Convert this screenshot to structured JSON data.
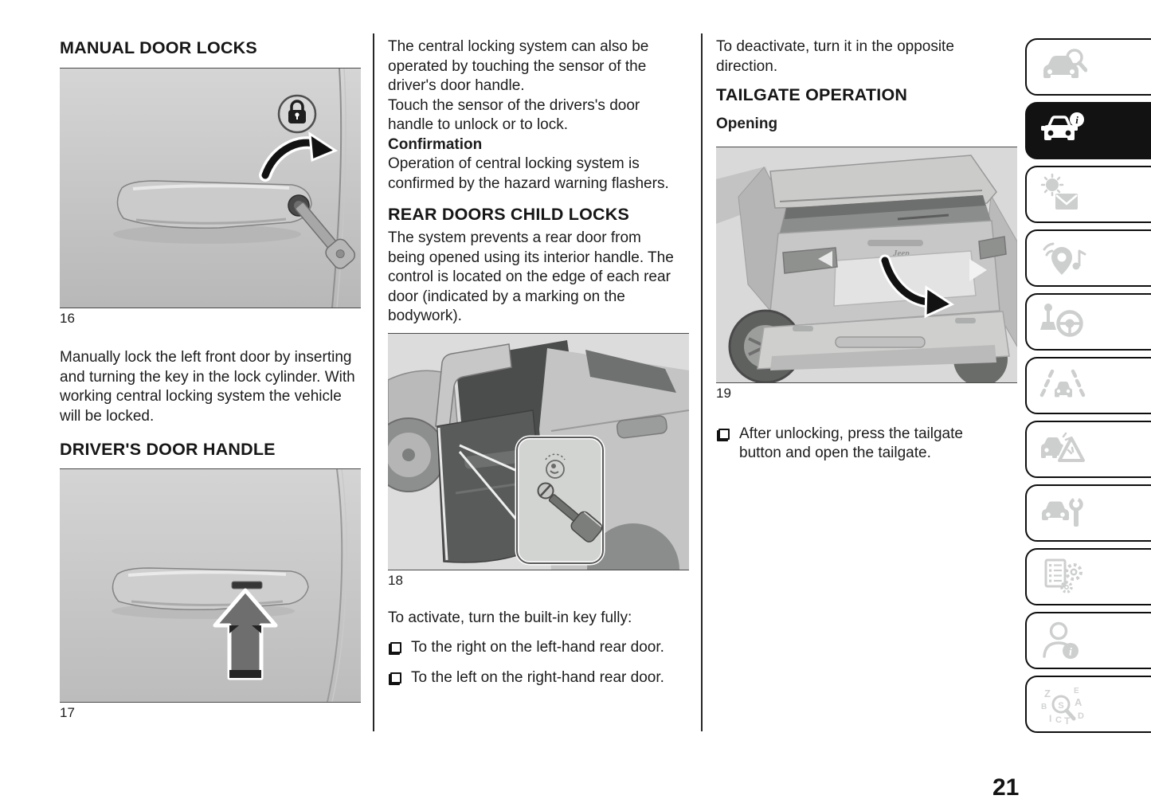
{
  "page": {
    "number": "21"
  },
  "left_column": {
    "heading_manual_door_locks": "MANUAL DOOR LOCKS",
    "figure_16_caption": "16",
    "paragraph_manual_lock": "Manually lock the left front door by inserting and turning the key in the lock cylinder. With working central locking system the vehicle will be locked.",
    "heading_drivers_door_handle": "DRIVER'S DOOR HANDLE",
    "figure_17_caption": "17"
  },
  "middle_column": {
    "paragraph_central_locking": "The central locking system can also be operated by touching the sensor of the driver's door handle.",
    "paragraph_touch_sensor": "Touch the sensor of the drivers's door handle to unlock or to lock.",
    "subheading_confirmation": "Confirmation",
    "paragraph_confirmation": "Operation of central locking system is confirmed by the hazard warning flashers.",
    "heading_rear_doors_child_locks": "REAR DOORS CHILD LOCKS",
    "paragraph_child_locks": "The system prevents a rear door from being opened using its interior handle. The control is located on the edge of each rear door (indicated by a marking on the bodywork).",
    "figure_18_caption": "18",
    "paragraph_activate": "To activate, turn the built-in key fully:",
    "bullet_right_door": "To the right on the left-hand rear door.",
    "bullet_left_door": "To the left on the right-hand rear door."
  },
  "right_column": {
    "paragraph_deactivate": "To deactivate, turn it in the opposite direction.",
    "heading_tailgate_operation": "TAILGATE OPERATION",
    "subheading_opening": "Opening",
    "figure_19_caption": "19",
    "figure_19_badge": "Jeep",
    "bullet_after_unlocking": "After unlocking, press the tailgate button and open the tailgate."
  },
  "sidebar": {
    "items": [
      {
        "icon": "car-magnifier-icon",
        "active": false
      },
      {
        "icon": "car-info-icon",
        "active": true
      },
      {
        "icon": "warning-light-message-icon",
        "active": false
      },
      {
        "icon": "navigation-music-icon",
        "active": false
      },
      {
        "icon": "gearshift-steering-icon",
        "active": false
      },
      {
        "icon": "car-lane-icon",
        "active": false
      },
      {
        "icon": "car-warning-triangle-icon",
        "active": false
      },
      {
        "icon": "car-wrench-icon",
        "active": false
      },
      {
        "icon": "document-gears-icon",
        "active": false
      },
      {
        "icon": "person-info-icon",
        "active": false
      },
      {
        "icon": "alphabet-search-icon",
        "active": false
      }
    ]
  },
  "colors": {
    "text": "#1c1c1c",
    "active_tab_bg": "#121212",
    "inactive_icon": "#cdcfce",
    "figure_bg": "#d3d4d3"
  }
}
